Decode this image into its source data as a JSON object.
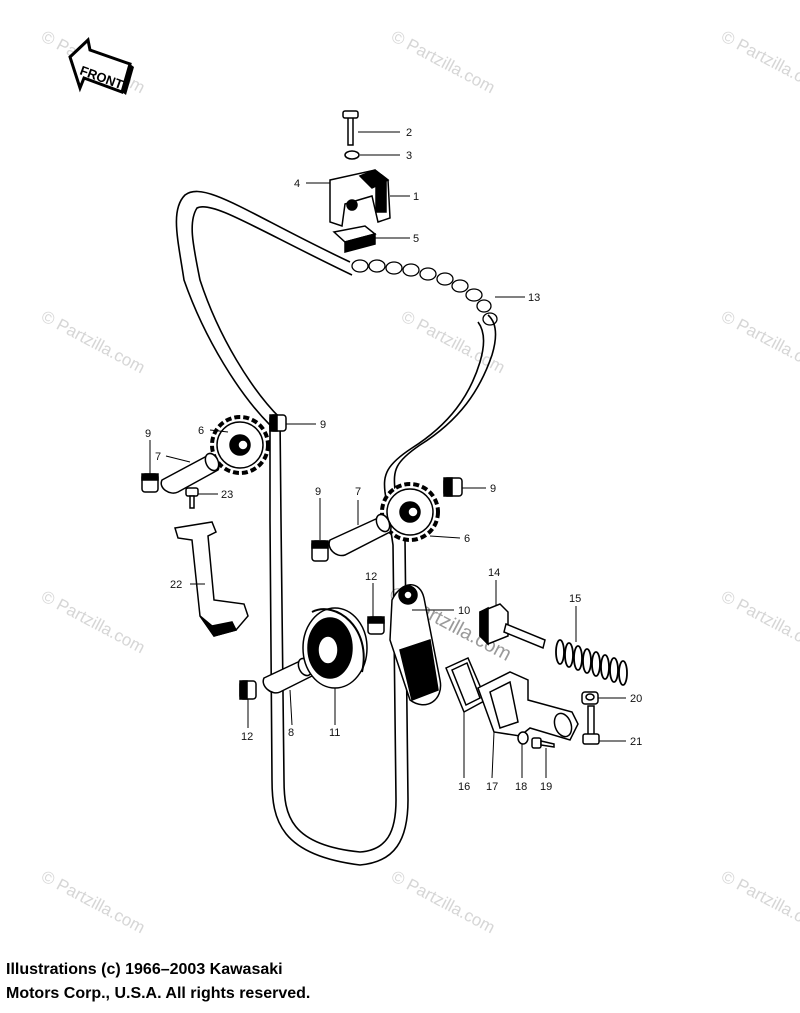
{
  "front_arrow": {
    "label": "FRONT"
  },
  "watermark": {
    "text": "© Partzilla.com"
  },
  "callouts": [
    {
      "id": "c2",
      "label": "2"
    },
    {
      "id": "c3",
      "label": "3"
    },
    {
      "id": "c4",
      "label": "4"
    },
    {
      "id": "c1",
      "label": "1"
    },
    {
      "id": "c5",
      "label": "5"
    },
    {
      "id": "c13",
      "label": "13"
    },
    {
      "id": "c6a",
      "label": "6"
    },
    {
      "id": "c9a",
      "label": "9"
    },
    {
      "id": "c9b",
      "label": "9"
    },
    {
      "id": "c7a",
      "label": "7"
    },
    {
      "id": "c23",
      "label": "23"
    },
    {
      "id": "c22",
      "label": "22"
    },
    {
      "id": "c9c",
      "label": "9"
    },
    {
      "id": "c7b",
      "label": "7"
    },
    {
      "id": "c9d",
      "label": "9"
    },
    {
      "id": "c6b",
      "label": "6"
    },
    {
      "id": "c12a",
      "label": "12"
    },
    {
      "id": "c14",
      "label": "14"
    },
    {
      "id": "c15",
      "label": "15"
    },
    {
      "id": "c10",
      "label": "10"
    },
    {
      "id": "c20",
      "label": "20"
    },
    {
      "id": "c21",
      "label": "21"
    },
    {
      "id": "c12b",
      "label": "12"
    },
    {
      "id": "c8",
      "label": "8"
    },
    {
      "id": "c11",
      "label": "11"
    },
    {
      "id": "c16",
      "label": "16"
    },
    {
      "id": "c17",
      "label": "17"
    },
    {
      "id": "c18",
      "label": "18"
    },
    {
      "id": "c19",
      "label": "19"
    }
  ],
  "copyright": {
    "line1": "Illustrations (c) 1966–2003 Kawasaki",
    "line2": "Motors Corp., U.S.A.  All rights reserved."
  }
}
